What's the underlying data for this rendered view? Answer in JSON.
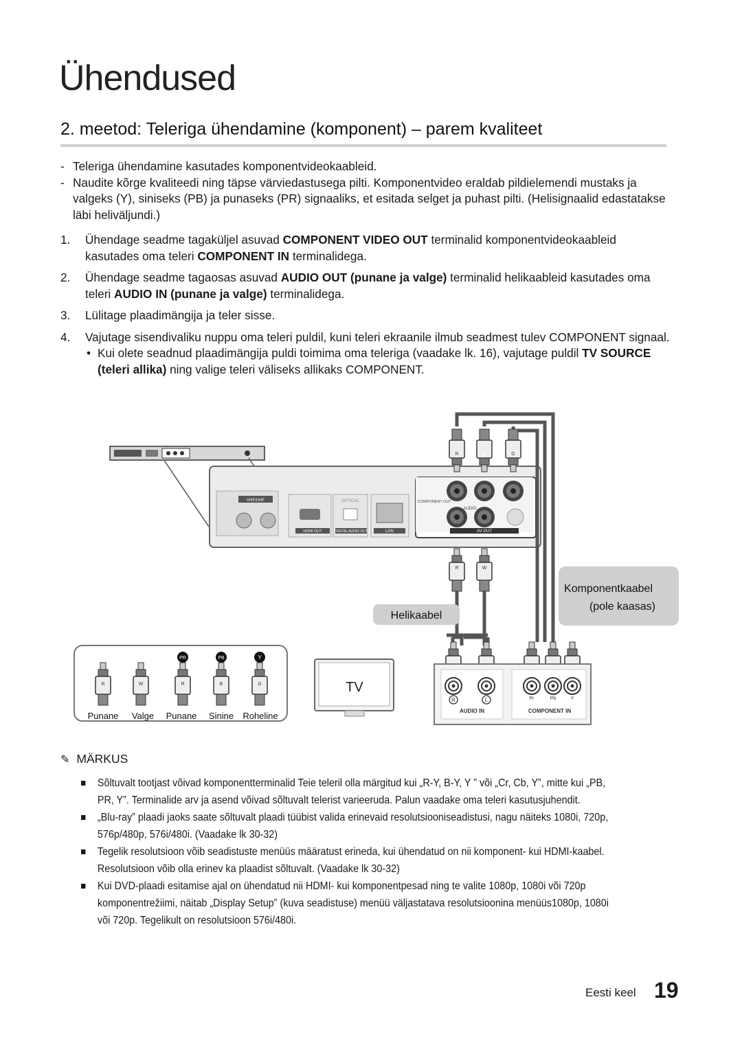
{
  "chapter_title": "Ühendused",
  "section_title": "2. meetod: Teleriga ühendamine (komponent) – parem kvaliteet",
  "intro": [
    {
      "marker": "-",
      "text": "Teleriga ühendamine kasutades komponentvideokaableid."
    },
    {
      "marker": "-",
      "text": "Naudite kõrge kvaliteedi ning täpse värviedastusega pilti. Komponentvideo eraldab pildielemendi mustaks ja valgeks (Y), siniseks (PB) ja punaseks (PR)  signaaliks, et esitada selget ja puhast pilti. (Helisignaalid edastatakse läbi heliväljundi.)"
    }
  ],
  "steps": [
    {
      "marker": "1.",
      "parts": [
        {
          "t": "Ühendage seadme tagaküljel asuvad ",
          "b": false
        },
        {
          "t": "COMPONENT VIDEO OUT",
          "b": true
        },
        {
          "t": " terminalid komponentvideokaableid kasutades oma teleri ",
          "b": false
        },
        {
          "t": "COMPONENT IN",
          "b": true
        },
        {
          "t": " terminalidega.",
          "b": false
        }
      ]
    },
    {
      "marker": "2.",
      "parts": [
        {
          "t": "Ühendage seadme tagaosas asuvad ",
          "b": false
        },
        {
          "t": "AUDIO OUT (punane ja valge)",
          "b": true
        },
        {
          "t": " terminalid helikaableid kasutades oma teleri ",
          "b": false
        },
        {
          "t": "AUDIO IN (punane ja valge)",
          "b": true
        },
        {
          "t": " terminalidega.",
          "b": false
        }
      ]
    },
    {
      "marker": "3.",
      "parts": [
        {
          "t": "Lülitage plaadimängija ja teler sisse.",
          "b": false
        }
      ]
    },
    {
      "marker": "4.",
      "parts": [
        {
          "t": "Vajutage sisendivaliku nuppu oma teleri puldil, kuni teleri ekraanile ilmub seadmest tulev COMPONENT signaal.",
          "b": false
        }
      ]
    }
  ],
  "sub_bullet": {
    "marker": "•",
    "parts": [
      {
        "t": "Kui olete seadnud plaadimängija puldi toimima oma teleriga (vaadake lk. 16), vajutage puldil ",
        "b": false
      },
      {
        "t": "TV SOURCE (teleri allika)",
        "b": true
      },
      {
        "t": " ning valige teleri väliseks allikaks COMPONENT.",
        "b": false
      }
    ]
  },
  "diagram": {
    "label_audio_cable": "Helikaabel",
    "label_component_cable_1": "Komponentkaabel",
    "label_component_cable_2": "(pole kaasas)",
    "tv_label": "TV",
    "plug_letters": [
      "R",
      "W",
      "R",
      "B",
      "G"
    ],
    "legend_symbols": [
      "PR",
      "PB",
      "Y"
    ],
    "legend_colors": [
      "Punane",
      "Valge",
      "Punane",
      "Sinine",
      "Roheline"
    ],
    "player_panel_labels": {
      "vhf": "VHF/UHF",
      "optical": "OPTICAL",
      "hdmi": "HDMI OUT",
      "digital": "DIGITAL AUDIO OUT",
      "lan": "LAN",
      "component_out": "COMPONENT OUT",
      "audio": "AUDIO",
      "av_out": "AV OUT"
    },
    "tv_panel_labels": {
      "audio_in": "AUDIO IN",
      "component_in": "COMPONENT IN",
      "jack_left": [
        "R",
        "L"
      ],
      "jack_right": [
        "Pr",
        "Pb",
        "Y"
      ]
    },
    "colors": {
      "red": "#6e6e6e",
      "white": "#ffffff",
      "blue": "#333333",
      "green": "#8a8a8a",
      "cable": "#555555"
    }
  },
  "notes_heading": "MÄRKUS",
  "notes": [
    "Sõltuvalt tootjast võivad komponentterminalid Teie teleril olla märgitud kui „R-Y, B-Y, Y ” või „Cr, Cb, Y”, mitte kui „PB, PR, Y”. Terminalide arv ja asend võivad sõltuvalt telerist varieeruda. Palun vaadake oma teleri kasutusjuhendit.",
    "„Blu-ray” plaadi jaoks saate sõltuvalt plaadi tüübist valida erinevaid resolutsiooniseadistusi, nagu näiteks 1080i, 720p, 576p/480p, 576i/480i. (Vaadake lk 30-32)",
    "Tegelik resolutsioon võib seadistuste menüüs määratust erineda, kui ühendatud on nii komponent- kui HDMI-kaabel. Resolutsioon võib olla erinev ka plaadist sõltuvalt. (Vaadake lk 30-32)",
    "Kui DVD-plaadi esitamise ajal on ühendatud nii HDMI- kui komponentpesad ning te valite 1080p, 1080i või 720p komponentrežiimi, näitab „Display Setup” (kuva seadistuse) menüü väljastatava resolutsioonina menüüs1080p, 1080i või 720p. Tegelikult on resolutsioon 576i/480i."
  ],
  "footer_language": "Eesti keel",
  "page_number": "19"
}
